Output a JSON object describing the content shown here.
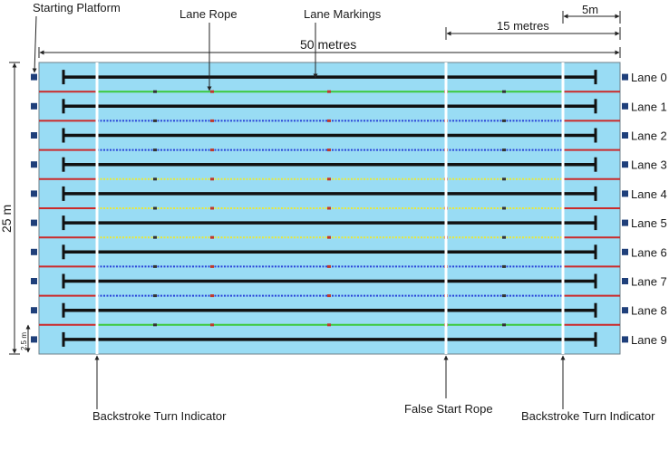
{
  "labels": {
    "starting_platform": "Starting Platform",
    "lane_rope": "Lane Rope",
    "lane_markings": "Lane Markings",
    "five_m": "5m",
    "fifteen_m": "15 metres",
    "fifty_m": "50 metres",
    "twentyfive_m": "25 m",
    "two_five_m": "2.5 m",
    "false_start": "False Start Rope",
    "backstroke_left": "Backstroke Turn Indicator",
    "backstroke_right": "Backstroke Turn Indicator"
  },
  "lanes": [
    "Lane 0",
    "Lane 1",
    "Lane 2",
    "Lane 3",
    "Lane 4",
    "Lane 5",
    "Lane 6",
    "Lane 7",
    "Lane 8",
    "Lane 9"
  ],
  "lane_ropes": [
    "green",
    "blue",
    "blue",
    "yellow",
    "yellow",
    "yellow",
    "blue",
    "blue",
    "green"
  ],
  "colors": {
    "water": "#99dcf4",
    "pool_border": "#6e7f88",
    "rope_end": "#cc2a2a",
    "green": "#3cc93c",
    "blue": "#2a44d8",
    "yellow": "#e8e83a",
    "lane_marking": "#111111",
    "platform": "#1f3f7a",
    "indicator": "#ffffff"
  }
}
